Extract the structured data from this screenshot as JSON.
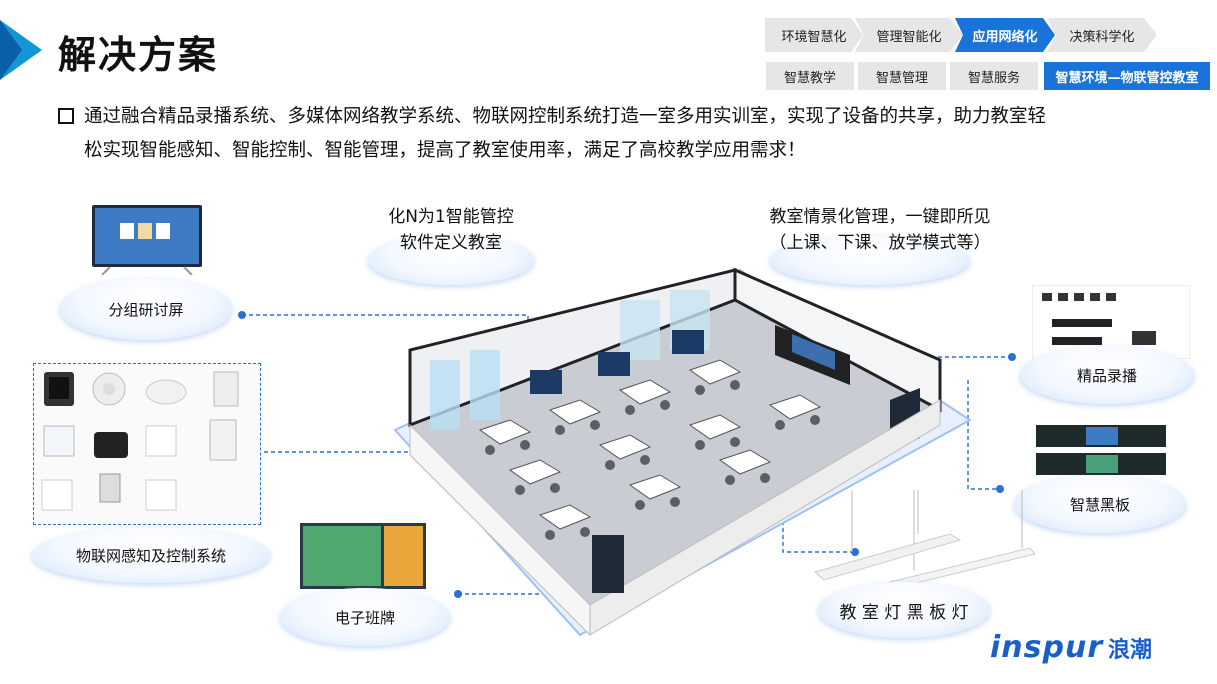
{
  "header": {
    "title": "解决方案",
    "nav_top": [
      "环境智慧化",
      "管理智能化",
      "应用网络化",
      "决策科学化"
    ],
    "nav_top_active": 2,
    "nav_sub": [
      "智慧教学",
      "智慧管理",
      "智慧服务",
      "智慧环境—物联管控教室"
    ],
    "nav_sub_active": 3
  },
  "intro": {
    "line1": "通过融合精品录播系统、多媒体网络教学系统、物联网控制系统打造一室多用实训室，实现了设备的共享，助力教室轻",
    "line2": "松实现智能感知、智能控制、智能管理，提高了教室使用率，满足了高校教学应用需求！"
  },
  "callouts": {
    "group_screen": "分组研讨屏",
    "iot": "物联网感知及控制系统",
    "e_board": "电子班牌",
    "sdc_line1": "化N为1智能管控",
    "sdc_line2": "软件定义教室",
    "scene_line1": "教室情景化管理，一键即所见",
    "scene_line2": "（上课、下课、放学模式等）",
    "recording": "精品录播",
    "blackboard": "智慧黑板",
    "lights": "教 室 灯   黑 板 灯"
  },
  "logo": {
    "brand": "inspur",
    "cn": "浪潮"
  },
  "colors": {
    "accent": "#1a73d9",
    "nav_bg": "#e6e6e6",
    "line": "#2a6fd6"
  }
}
